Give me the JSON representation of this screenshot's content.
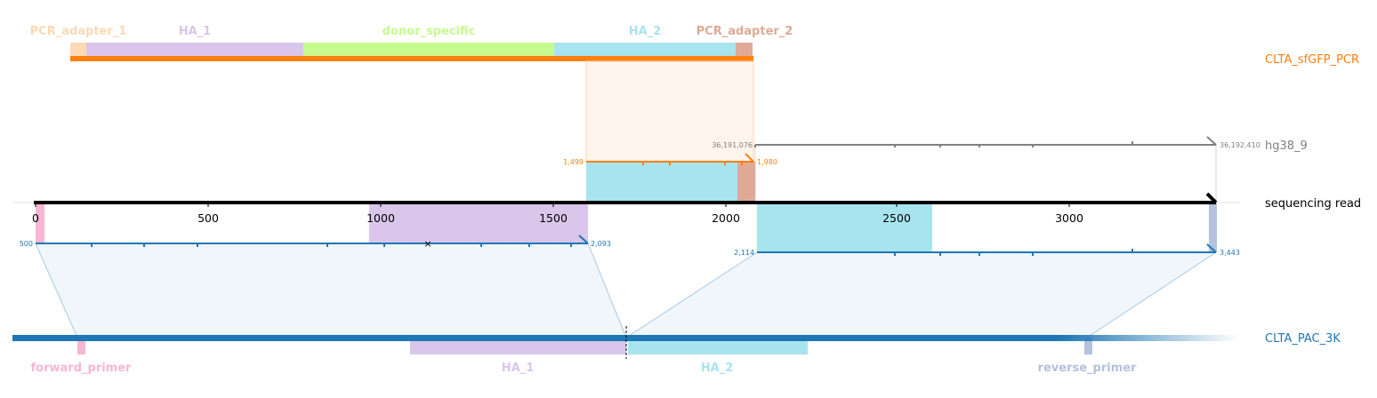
{
  "rows": {
    "pcr": {
      "label": "CLTA_sfGFP_PCR",
      "color": "#ff7f0e"
    },
    "genome": {
      "label": "hg38_9",
      "color": "#808080"
    },
    "read": {
      "label": "sequencing read",
      "color": "#000000"
    },
    "plasmid": {
      "label": "CLTA_PAC_3K",
      "color": "#1f77b4"
    }
  },
  "read_axis": {
    "ticks": [
      "0",
      "500",
      "1000",
      "1500",
      "2000",
      "2500",
      "3000"
    ]
  },
  "pcr_features": [
    {
      "name": "PCR_adapter_1",
      "color": "#fdd9b5"
    },
    {
      "name": "HA_1",
      "color": "#d9c6ea"
    },
    {
      "name": "donor_specific",
      "color": "#c6fa8f"
    },
    {
      "name": "HA_2",
      "color": "#a8e4ee"
    },
    {
      "name": "PCR_adapter_2",
      "color": "#deaa96"
    }
  ],
  "plasmid_features": [
    {
      "name": "forward_primer",
      "color": "#f7b6d2"
    },
    {
      "name": "HA_1",
      "color": "#d9c6ea"
    },
    {
      "name": "HA_2",
      "color": "#a8e4ee"
    },
    {
      "name": "reverse_primer",
      "color": "#b3c2dd"
    }
  ],
  "alignments": {
    "pcr": {
      "start": "1,499",
      "end": "1,980"
    },
    "genome": {
      "start": "36,191,076",
      "end": "36,192,410"
    },
    "plasmid_1": {
      "start": "500",
      "end": "2,093"
    },
    "plasmid_2": {
      "start": "2,114",
      "end": "3,443"
    }
  }
}
